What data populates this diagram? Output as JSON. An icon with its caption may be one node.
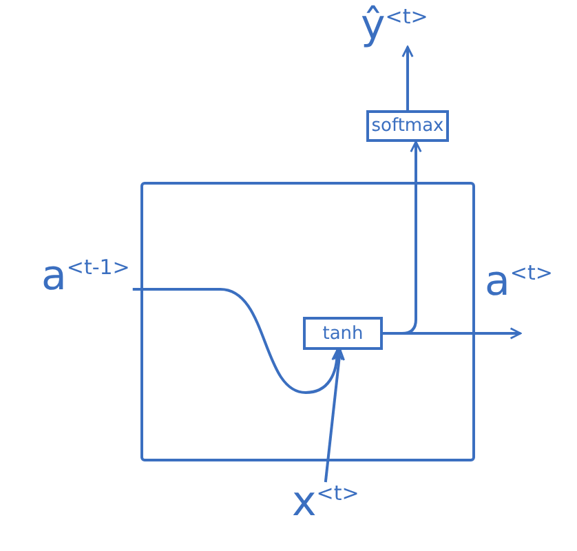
{
  "diagram": {
    "nodes": [
      {
        "text": [],
        "shape": "box"
      },
      {
        "text": [
          "tanh"
        ],
        "in": 0
      },
      {
        "text": [
          "softmax"
        ]
      },
      {
        "text": [
          "a$^{<t-1>}$"
        ]
      },
      {
        "text": [
          "x$^{<t>}$"
        ]
      },
      {
        "text": [
          "a$^{<t>}$"
        ]
      },
      {
        "text": [
          "ŷ$^{<t>}$"
        ]
      }
    ],
    "edges": [
      {
        "from": 3,
        "to": 1,
        "arrow": "to"
      },
      {
        "from": 4,
        "to": 1,
        "arrow": "to"
      },
      {
        "from": 1,
        "to": 5,
        "arrow": "to"
      },
      {
        "from": 1,
        "to": 2,
        "arrow": "to"
      },
      {
        "from": 2,
        "to": 6,
        "arrow": "to"
      }
    ]
  }
}
